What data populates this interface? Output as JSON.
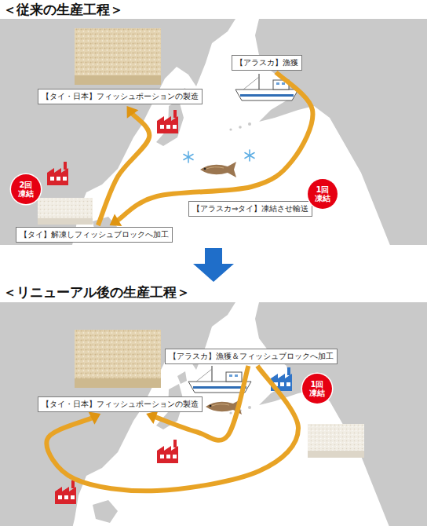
{
  "diagram": {
    "nodes": [
      {
        "text": [
          "【アラスカ】漁獲"
        ]
      },
      {
        "text": [
          "【タイ・日本】フィッシュポーションの製造"
        ]
      },
      {
        "text": [
          "【アラスカ⇒タイ】凍結させ輸送"
        ]
      },
      {
        "text": [
          "【タイ】解凍しフィッシュブロックへ加工"
        ]
      },
      {
        "text": [
          "2回 凍結"
        ]
      },
      {
        "text": [
          "1回 凍結"
        ]
      },
      {
        "text": [
          "【アラスカ】漁獲＆フィッシュブロックへ加工"
        ]
      },
      {
        "text": [
          "【タイ・日本】フィッシュポーションの製造"
        ]
      },
      {
        "text": [
          "1回 凍結"
        ]
      }
    ],
    "edges": [
      {
        "from": 0,
        "to": 3,
        "arrow": "to"
      },
      {
        "from": 3,
        "to": 1,
        "arrow": "to"
      },
      {
        "from": 6,
        "to": 7,
        "arrow": "to"
      },
      {
        "from": 6,
        "to": 7,
        "arrow": "to"
      }
    ],
    "labels": [
      "＜従来の生産工程＞",
      "＜リニューアル後の生産工程＞"
    ]
  }
}
